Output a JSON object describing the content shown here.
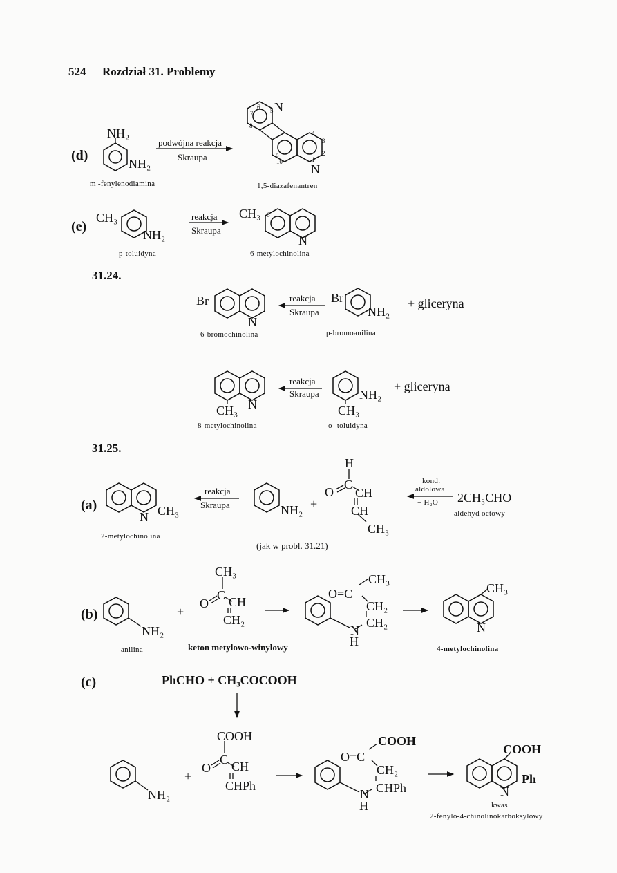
{
  "header": {
    "page_number": "524",
    "chapter": "Rozdział 31. Problemy"
  },
  "part_d": {
    "label": "(d)",
    "reactant_top_group": "NH₂",
    "reactant_side_group": "NH₂",
    "arrow_top": "podwójna reakcja",
    "arrow_bottom": "Skraupa",
    "reactant_name": "m -fenylenodiamina",
    "product_name": "1,5-diazafenantren",
    "ring_nums": [
      "6",
      "5",
      "7",
      "8",
      "4",
      "3",
      "2",
      "1",
      "9",
      "10"
    ],
    "n_top": "N",
    "n_bottom": "N"
  },
  "part_e": {
    "label": "(e)",
    "reactant_group1": "CH₃",
    "reactant_group2": "NH₂",
    "arrow_top": "reakcja",
    "arrow_bottom": "Skraupa",
    "product_group": "CH₃",
    "product_num": "6",
    "product_n": "N",
    "reactant_name": "p-toluidyna",
    "product_name": "6-metylochinolina"
  },
  "p3124": {
    "number": "31.24.",
    "r1": {
      "product_br": "Br",
      "product_n": "N",
      "arrow_top": "reakcja",
      "arrow_bottom": "Skraupa",
      "reactant_br": "Br",
      "reactant_nh2": "NH₂",
      "plus": "+ gliceryna",
      "product_name": "6-bromochinolina",
      "reactant_name": "p-bromoanilina"
    },
    "r2": {
      "product_n": "N",
      "product_ch3": "CH₃",
      "arrow_top": "reakcja",
      "arrow_bottom": "Skraupa",
      "reactant_nh2": "NH₂",
      "reactant_ch3": "CH₃",
      "plus": "+ gliceryna",
      "product_name": "8-metylochinolina",
      "reactant_name": "o -toluidyna"
    }
  },
  "p3125": {
    "number": "31.25.",
    "a": {
      "label": "(a)",
      "product_n": "N",
      "product_ch3": "CH₃",
      "product_name": "2-metylochinolina",
      "arrow_top": "reakcja",
      "arrow_bottom": "Skraupa",
      "aniline_nh2": "NH₂",
      "plus": "+",
      "ald_h": "H",
      "ald_o": "O",
      "ald_c": "C",
      "ald_ch1": "CH",
      "ald_ch2": "CH",
      "ald_ch3": "CH₃",
      "note": "(jak w probl. 31.21)",
      "cond_top1": "kond.",
      "cond_top2": "aldolowa",
      "cond_bottom": "− H₂O",
      "reagent": "2CH₃CHO",
      "reagent_name": "aldehyd octowy"
    },
    "b": {
      "label": "(b)",
      "aniline_nh2": "NH₂",
      "aniline_name": "anilina",
      "plus": "+",
      "ketone_ch3": "CH₃",
      "ketone_o": "O",
      "ketone_c": "C",
      "ketone_ch": "CH",
      "ketone_ch2": "CH₂",
      "ketone_name": "keton metylowo-winylowy",
      "int_ch3": "CH₃",
      "int_oc": "O=C",
      "int_ch2a": "CH₂",
      "int_ch2b": "CH₂",
      "int_n": "N",
      "int_h": "H",
      "product_ch3": "CH₃",
      "product_n": "N",
      "product_name": "4-metylochinolina"
    },
    "c": {
      "label": "(c)",
      "equation": "PhCHO + CH₃COCOOH",
      "aniline_nh2": "NH₂",
      "plus": "+",
      "acid_cooh": "COOH",
      "acid_o": "O",
      "acid_c": "C",
      "acid_ch": "CH",
      "acid_chph": "CHPh",
      "int_cooh": "COOH",
      "int_oc": "O=C",
      "int_ch2": "CH₂",
      "int_chph": "CHPh",
      "int_n": "N",
      "int_h": "H",
      "product_cooh": "COOH",
      "product_ph": "Ph",
      "product_n": "N",
      "product_name1": "kwas",
      "product_name2": "2-fenylo-4-chinolinokarboksylowy"
    }
  }
}
